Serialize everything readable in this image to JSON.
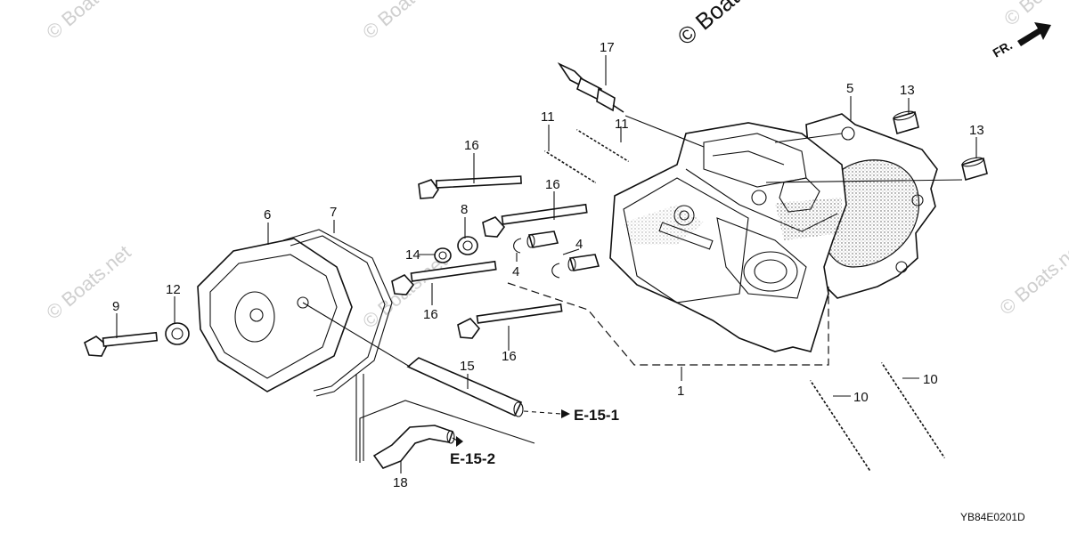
{
  "watermark": {
    "text": "© Boats.net",
    "repeat_text": "© Boats.net"
  },
  "orientation_mark": {
    "text": "FR."
  },
  "diagram_code": "YB84E0201D",
  "references": {
    "e15_1": "E-15-1",
    "e15_2": "E-15-2"
  },
  "callouts": {
    "c1": "1",
    "c4a": "4",
    "c4b": "4",
    "c5": "5",
    "c6": "6",
    "c7": "7",
    "c8": "8",
    "c9": "9",
    "c10a": "10",
    "c10b": "10",
    "c11a": "11",
    "c11b": "11",
    "c12": "12",
    "c13a": "13",
    "c13b": "13",
    "c14": "14",
    "c15": "15",
    "c16a": "16",
    "c16b": "16",
    "c16c": "16",
    "c16d": "16",
    "c17": "17",
    "c18": "18"
  }
}
